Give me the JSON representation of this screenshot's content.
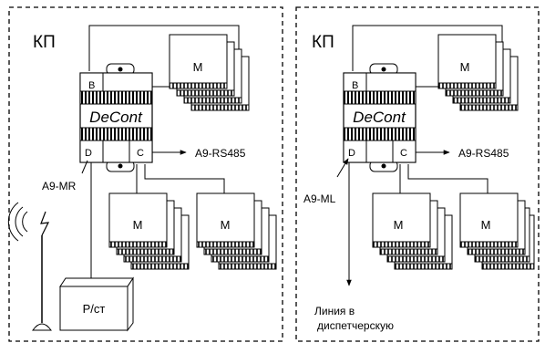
{
  "panels": [
    {
      "title": "КП",
      "device": {
        "brand": "DeCont",
        "port_b": "B",
        "port_c": "C",
        "port_d": "D"
      },
      "modules_top": {
        "label": "M"
      },
      "modules_bottom": [
        {
          "label": "M"
        },
        {
          "label": "M"
        }
      ],
      "rs485_label": "A9-RS485",
      "port_module_label": "A9-MR",
      "radio_label": "Р/ст"
    },
    {
      "title": "КП",
      "device": {
        "brand": "DeCont",
        "port_b": "B",
        "port_c": "C",
        "port_d": "D"
      },
      "modules_top": {
        "label": "M"
      },
      "modules_bottom": [
        {
          "label": "M"
        },
        {
          "label": "M"
        }
      ],
      "rs485_label": "A9-RS485",
      "port_module_label": "A9-ML",
      "line_label_1": "Линия в",
      "line_label_2": "диспетчерскую"
    }
  ]
}
